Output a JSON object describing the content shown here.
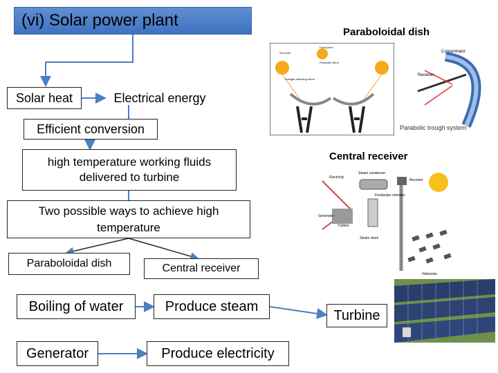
{
  "title": "(vi) Solar power plant",
  "nodes": {
    "solar_heat": "Solar heat",
    "electrical_energy": "Electrical energy",
    "efficient_conversion": "Efficient conversion",
    "high_temp": "high temperature working fluids delivered to turbine",
    "two_ways": "Two possible ways to achieve high temperature",
    "paraboloidal_dish": "Paraboloidal dish",
    "central_receiver": "Central receiver",
    "boiling": "Boiling of water",
    "produce_steam": "Produce steam",
    "generator": "Generator",
    "produce_electricity": "Produce electricity",
    "turbine": "Turbine"
  },
  "images": {
    "dish_caption": "Paraboloidal dish",
    "central_caption": "Central receiver",
    "trough_label": "Parabolic trough system",
    "dish_tiny_labels": [
      "Focal point",
      "Sun path",
      "Parabolic mirror",
      "Sunlight reflecting mirror",
      "Concentrator",
      "Receiver"
    ],
    "tower_tiny_labels": [
      "Electricity",
      "Steam condenser",
      "Receiver",
      "Feedwater reheater",
      "Generator",
      "Turbine",
      "Steam drum",
      "Heliostats"
    ]
  },
  "colors": {
    "title_fill": "#4f80c9",
    "connector": "#4a7fc1",
    "box_border": "#222222"
  }
}
